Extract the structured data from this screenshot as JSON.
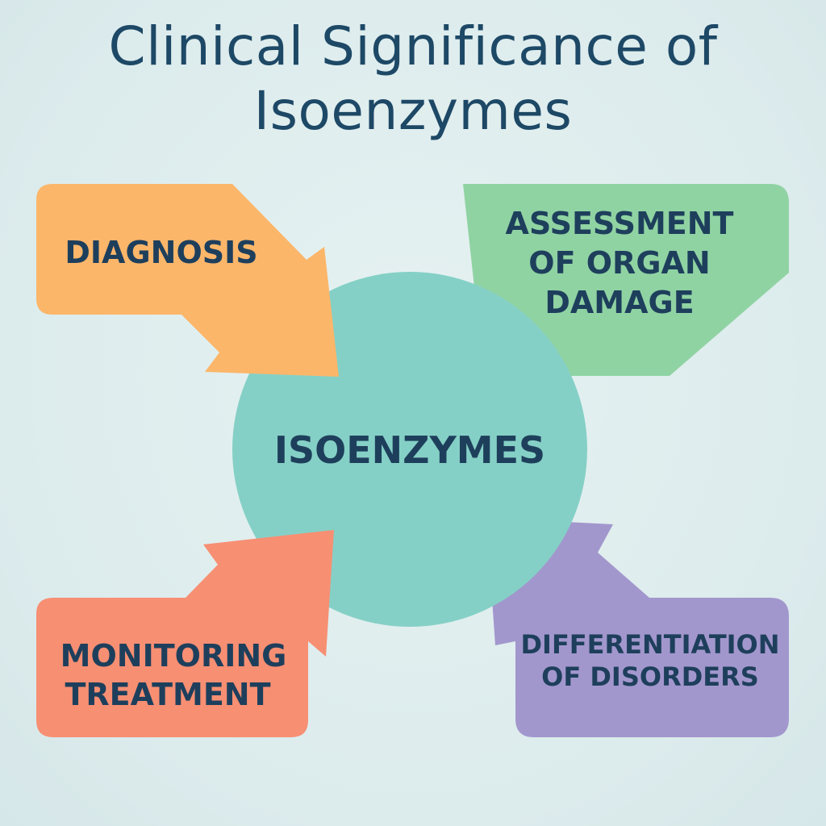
{
  "title": {
    "line1": "Clinical Significance of",
    "line2": "Isoenzymes"
  },
  "center": {
    "label": "ISOENZYMES",
    "color": "#85d0c6"
  },
  "nodes": {
    "diagnosis": {
      "line1": "DIAGNOSIS",
      "color": "#fbb66a"
    },
    "assessment": {
      "line1": "ASSESSMENT",
      "line2": "OF ORGAN",
      "line3": "DAMAGE",
      "color": "#90d3a3"
    },
    "monitoring": {
      "line1": "MONITORING",
      "line2": "TREATMENT",
      "color": "#f78f73"
    },
    "differentiation": {
      "line1": "DIFFERENTIATION",
      "line2": "OF DISORDERS",
      "color": "#a297cd"
    }
  },
  "colors": {
    "text": "#1e3f5c",
    "background": "#dfeeee"
  }
}
